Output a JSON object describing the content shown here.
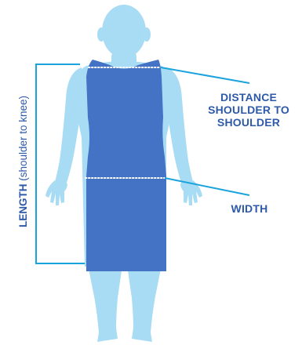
{
  "labels": {
    "distance_line1": "DISTANCE",
    "distance_line2": "SHOULDER TO",
    "distance_line3": "SHOULDER",
    "width": "WIDTH",
    "length_bold": "LENGTH",
    "length_note": " (shoulder to knee)"
  },
  "colors": {
    "body": "#a8dcf4",
    "gown": "#4472c4",
    "accent_line": "#1aa3dc",
    "label_text": "#2e5aa8"
  }
}
